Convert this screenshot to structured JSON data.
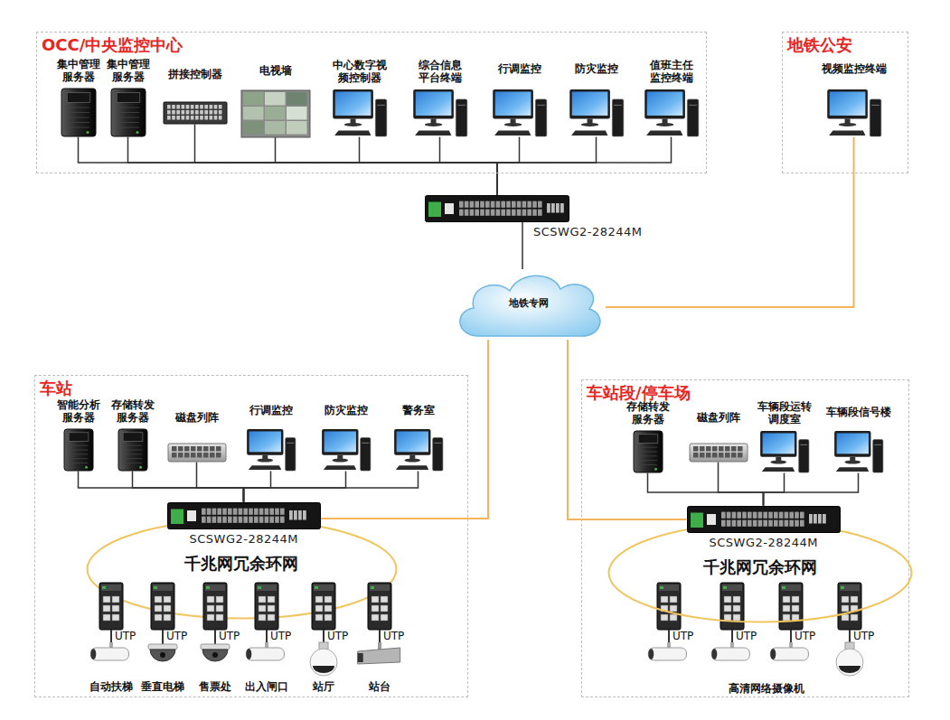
{
  "diagram": {
    "nodes": [
      {
        "text": [
          "OCC/中央监控中心"
        ]
      },
      {
        "text": [
          "集中管理服务器"
        ],
        "in": 0
      },
      {
        "text": [
          "集中管理服务器"
        ],
        "in": 0
      },
      {
        "text": [
          "拼接控制器"
        ],
        "in": 0
      },
      {
        "text": [
          "电视墙"
        ],
        "in": 0
      },
      {
        "text": [
          "中心数字视频控制器"
        ],
        "in": 0
      },
      {
        "text": [
          "综合信息平台终端"
        ],
        "in": 0
      },
      {
        "text": [
          "行调监控"
        ],
        "in": 0
      },
      {
        "text": [
          "防灾监控"
        ],
        "in": 0
      },
      {
        "text": [
          "值班主任监控终端"
        ],
        "in": 0
      },
      {
        "text": [
          "地铁公安"
        ]
      },
      {
        "text": [
          "视频监控终端"
        ],
        "in": 10
      },
      {
        "text": [
          "SCSWG2-28244M"
        ]
      },
      {
        "text": [
          "地铁专网"
        ]
      },
      {
        "text": [
          "车站"
        ]
      },
      {
        "text": [
          "智能分析服务器"
        ],
        "in": 14
      },
      {
        "text": [
          "存储转发服务器"
        ],
        "in": 14
      },
      {
        "text": [
          "磁盘列阵"
        ],
        "in": 14
      },
      {
        "text": [
          "行调监控"
        ],
        "in": 14
      },
      {
        "text": [
          "防灾监控"
        ],
        "in": 14
      },
      {
        "text": [
          "警务室"
        ],
        "in": 14
      },
      {
        "text": [
          "SCSWG2-28244M"
        ],
        "in": 14
      },
      {
        "text": [
          "千兆网冗余环网"
        ],
        "in": 14
      },
      {
        "text": [
          "自动扶梯"
        ],
        "in": 14
      },
      {
        "text": [
          "垂直电梯"
        ],
        "in": 14
      },
      {
        "text": [
          "售票处"
        ],
        "in": 14
      },
      {
        "text": [
          "出入闸口"
        ],
        "in": 14
      },
      {
        "text": [
          "站厅"
        ],
        "in": 14
      },
      {
        "text": [
          "站台"
        ],
        "in": 14
      },
      {
        "text": [
          "车站段/停车场"
        ]
      },
      {
        "text": [
          "存储转发服务器"
        ],
        "in": 29
      },
      {
        "text": [
          "磁盘列阵"
        ],
        "in": 29
      },
      {
        "text": [
          "车辆段运转调度室"
        ],
        "in": 29
      },
      {
        "text": [
          "车辆段信号楼"
        ],
        "in": 29
      },
      {
        "text": [
          "SCSWG2-28244M"
        ],
        "in": 29
      },
      {
        "text": [
          "千兆网冗余环网"
        ],
        "in": 29
      }
    ],
    "edges": [
      {
        "from": 1,
        "to": 12,
        "arrow": "none"
      },
      {
        "from": 2,
        "to": 12,
        "arrow": "none"
      },
      {
        "from": 3,
        "to": 12,
        "arrow": "none"
      },
      {
        "from": 4,
        "to": 12,
        "arrow": "none"
      },
      {
        "from": 5,
        "to": 12,
        "arrow": "none"
      },
      {
        "from": 6,
        "to": 12,
        "arrow": "none"
      },
      {
        "from": 7,
        "to": 12,
        "arrow": "none"
      },
      {
        "from": 8,
        "to": 12,
        "arrow": "none"
      },
      {
        "from": 9,
        "to": 12,
        "arrow": "none"
      },
      {
        "from": 12,
        "to": 13,
        "arrow": "none"
      },
      {
        "from": 13,
        "to": 11,
        "arrow": "none"
      },
      {
        "from": 13,
        "to": 21,
        "arrow": "none"
      },
      {
        "from": 13,
        "to": 34,
        "arrow": "none"
      },
      {
        "from": 15,
        "to": 21,
        "arrow": "none"
      },
      {
        "from": 16,
        "to": 21,
        "arrow": "none"
      },
      {
        "from": 17,
        "to": 21,
        "arrow": "none"
      },
      {
        "from": 18,
        "to": 21,
        "arrow": "none"
      },
      {
        "from": 19,
        "to": 21,
        "arrow": "none"
      },
      {
        "from": 20,
        "to": 21,
        "arrow": "none"
      },
      {
        "from": 30,
        "to": 34,
        "arrow": "none"
      },
      {
        "from": 31,
        "to": 34,
        "arrow": "none"
      },
      {
        "from": 32,
        "to": 34,
        "arrow": "none"
      },
      {
        "from": 33,
        "to": 34,
        "arrow": "none"
      }
    ],
    "labels": [
      "UTP",
      "UTP",
      "UTP",
      "UTP",
      "UTP",
      "UTP",
      "UTP",
      "UTP",
      "UTP",
      "UTP",
      "高清网络摄像机"
    ]
  }
}
